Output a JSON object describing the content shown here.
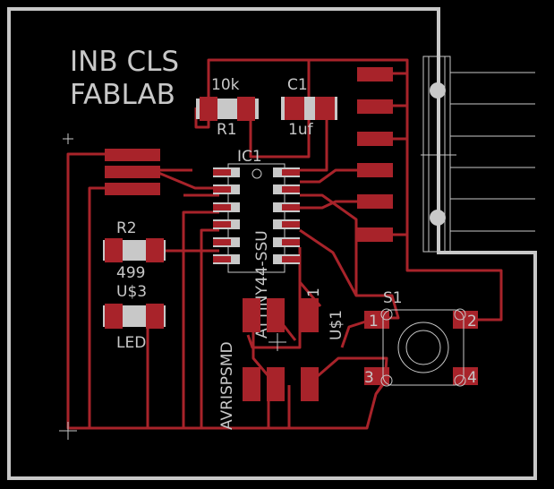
{
  "board": {
    "title_line1": "INB CLS",
    "title_line2": "FABLAB"
  },
  "components": {
    "r1": {
      "value": "10k",
      "name": "R1"
    },
    "c1": {
      "value": "C1",
      "name": "1uf"
    },
    "ic1": {
      "name": "IC1",
      "part": "ATTINY44-SSU"
    },
    "r2": {
      "name": "R2",
      "value": "499"
    },
    "u3": {
      "name": "U$3",
      "value": "LED"
    },
    "isp": {
      "name": "AVRISPSMD",
      "pin": "1"
    },
    "u1": {
      "name": "U$1"
    },
    "s1": {
      "name": "S1",
      "pin1": "1",
      "pin2": "2",
      "pin3": "3",
      "pin4": "4"
    }
  },
  "colors": {
    "background": "#000000",
    "copper": "#a8232a",
    "silkscreen": "#c8c8c8"
  }
}
